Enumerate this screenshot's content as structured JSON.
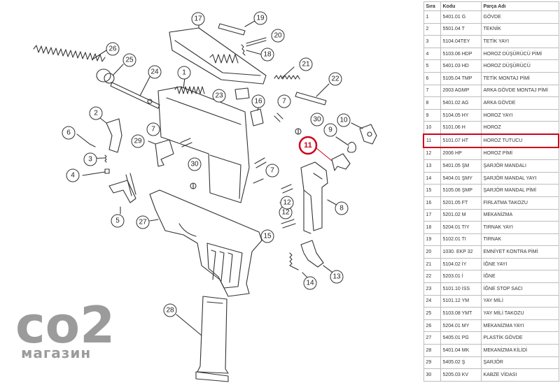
{
  "table": {
    "headers": {
      "no": "Sıra",
      "code": "Kodu",
      "name": "Parça Adı"
    },
    "rows": [
      {
        "no": "1",
        "code": "5401.01 G",
        "name": "GÖVDE"
      },
      {
        "no": "2",
        "code": "5501.04 T",
        "name": "TEKNİK"
      },
      {
        "no": "3",
        "code": "5104.04TEY",
        "name": "TETİK YAYI"
      },
      {
        "no": "4",
        "code": "5103.06 HDP",
        "name": "HOROZ DÜŞÜRÜCÜ PİMİ"
      },
      {
        "no": "5",
        "code": "5401.03 HD",
        "name": "HOROZ DÜŞÜRÜCÜ"
      },
      {
        "no": "6",
        "code": "5105.04 TMP",
        "name": "TETİK MONTAJ PİMİ"
      },
      {
        "no": "7",
        "code": "2003 AGMP",
        "name": "ARKA GÖVDE MONTAJ PİMİ"
      },
      {
        "no": "8",
        "code": "5401.02 AG",
        "name": "ARKA GÖVDE"
      },
      {
        "no": "9",
        "code": "5104.05 HY",
        "name": "HOROZ YAYI"
      },
      {
        "no": "10",
        "code": "5101.06 H",
        "name": "HOROZ"
      },
      {
        "no": "11",
        "code": "5101.07 HT",
        "name": "HOROZ TUTUCU"
      },
      {
        "no": "12",
        "code": "2006 HP",
        "name": "HOROZ PİMİ"
      },
      {
        "no": "13",
        "code": "5401.05 ŞM",
        "name": "ŞARJÖR MANDALI"
      },
      {
        "no": "14",
        "code": "5404.01 ŞMY",
        "name": "ŞARJÖR MANDAL YAYI"
      },
      {
        "no": "15",
        "code": "5105.06 ŞMP",
        "name": "ŞARJÖR MANDAL PİMİ"
      },
      {
        "no": "16",
        "code": "5201.05 FT",
        "name": "FIRLATMA TAKOZU"
      },
      {
        "no": "17",
        "code": "5201.02 M",
        "name": "MEKANİZMA"
      },
      {
        "no": "18",
        "code": "5204.01 TIY",
        "name": "TIRNAK YAYI"
      },
      {
        "no": "19",
        "code": "5102.01 TI",
        "name": "TIRNAK"
      },
      {
        "no": "20",
        "code": "1030. EKP 32",
        "name": "EMNİYET KONTRA PİMİ"
      },
      {
        "no": "21",
        "code": "5104.02 İY",
        "name": "İĞNE YAYI"
      },
      {
        "no": "22",
        "code": "5203.01 İ",
        "name": "İĞNE"
      },
      {
        "no": "23",
        "code": "5101.10 İSS",
        "name": "İĞNE STOP SACI"
      },
      {
        "no": "24",
        "code": "5101.12 YM",
        "name": "YAY MİLİ"
      },
      {
        "no": "25",
        "code": "5103.08 YMT",
        "name": "YAY MİLİ TAKOZU"
      },
      {
        "no": "26",
        "code": "5204.01 MY",
        "name": "MEKANİZMA YAYI"
      },
      {
        "no": "27",
        "code": "5405.01 PG",
        "name": "PLASTİK GÖVDE"
      },
      {
        "no": "28",
        "code": "5401.04 MK",
        "name": "MEKANİZMA KİLİDİ"
      },
      {
        "no": "29",
        "code": "5405.02 Ş",
        "name": "ŞARJÖR"
      },
      {
        "no": "30",
        "code": "5205.03 KV",
        "name": "KABZE VİDASI"
      }
    ],
    "highlighted_no": "11"
  },
  "callouts": [
    "1",
    "2",
    "3",
    "4",
    "5",
    "6",
    "7",
    "7",
    "7",
    "8",
    "9",
    "10",
    "11",
    "12",
    "12",
    "13",
    "14",
    "15",
    "16",
    "17",
    "18",
    "19",
    "20",
    "21",
    "22",
    "23",
    "24",
    "25",
    "26",
    "27",
    "28",
    "29",
    "30",
    "30"
  ],
  "watermark": {
    "main": "co2",
    "sub": "магазин"
  },
  "colors": {
    "line": "#333333",
    "highlight": "#d0021b",
    "watermark": "#8a8a8a",
    "grid": "#bdbdbd"
  }
}
